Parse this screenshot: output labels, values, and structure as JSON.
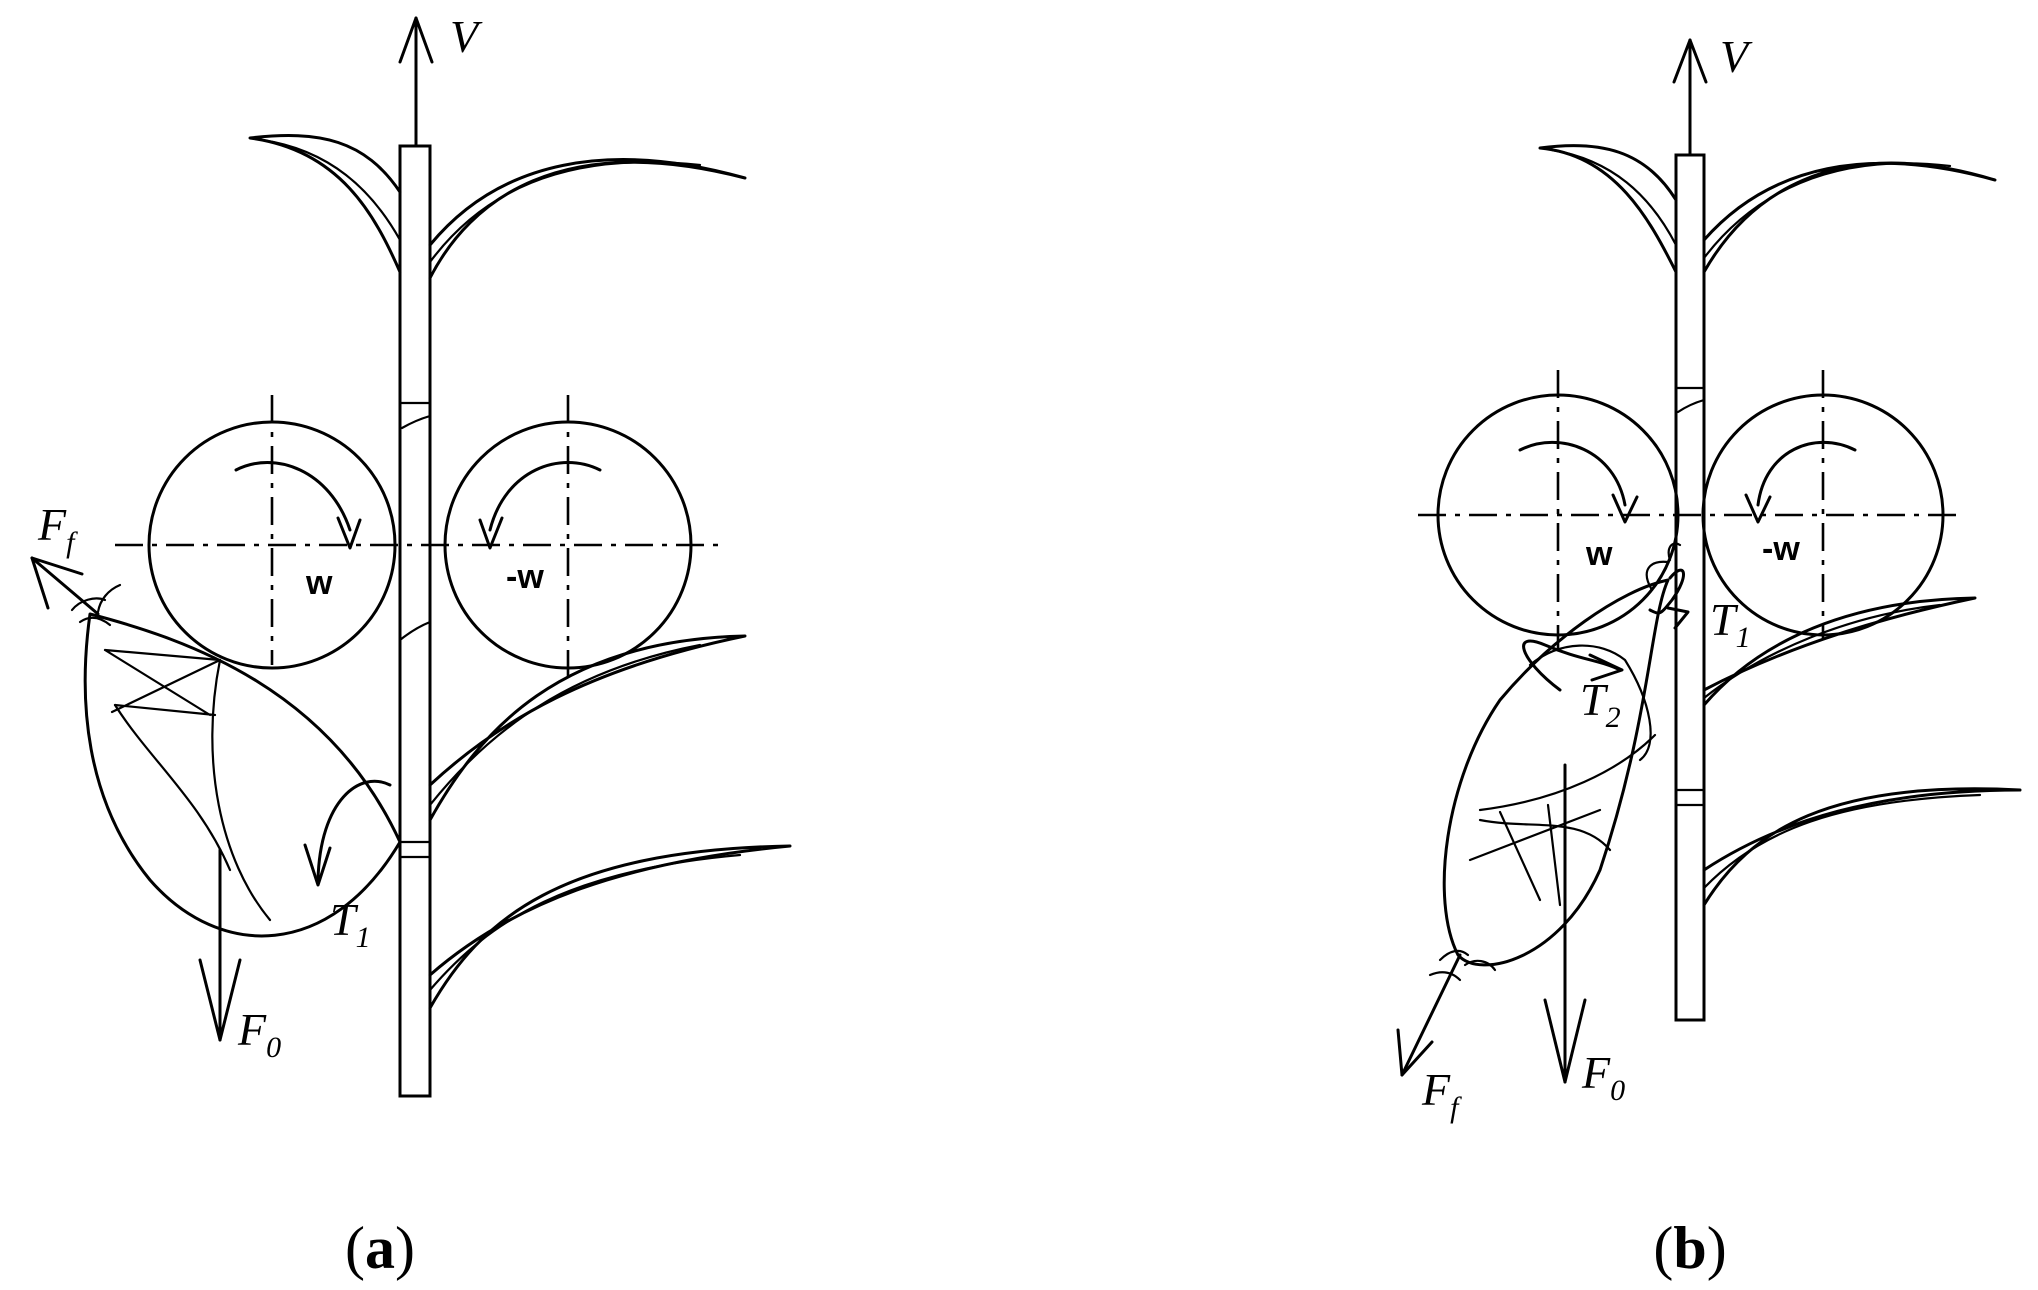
{
  "panels": [
    {
      "caption_letter": "a",
      "labels": {
        "velocity": "V",
        "friction_force": "F",
        "friction_force_sub": "f",
        "weight_force": "F",
        "weight_force_sub": "0",
        "torque_1": "T",
        "torque_1_sub": "1",
        "left_roller_speed": "w",
        "right_roller_speed": "-w"
      }
    },
    {
      "caption_letter": "b",
      "labels": {
        "velocity": "V",
        "friction_force": "F",
        "friction_force_sub": "f",
        "weight_force": "F",
        "weight_force_sub": "0",
        "torque_1": "T",
        "torque_1_sub": "1",
        "torque_2": "T",
        "torque_2_sub": "2",
        "left_roller_speed": "w",
        "right_roller_speed": "-w"
      }
    }
  ],
  "caption_paren_open": "(",
  "caption_paren_close": ")"
}
